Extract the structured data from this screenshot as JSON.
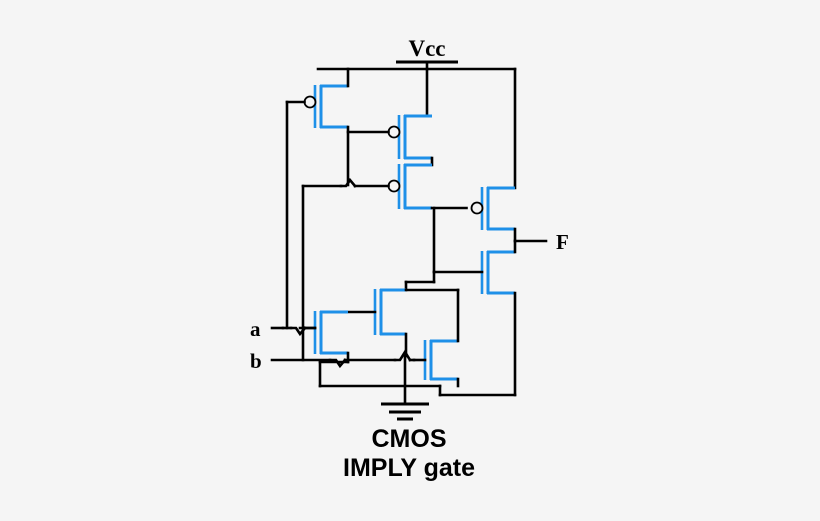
{
  "diagram": {
    "title_line1": "CMOS",
    "title_line2": "IMPLY gate",
    "power_label": "Vcc",
    "ground_label": "",
    "inputs": [
      {
        "id": "a",
        "label": "a"
      },
      {
        "id": "b",
        "label": "b"
      }
    ],
    "outputs": [
      {
        "id": "F",
        "label": "F"
      }
    ],
    "colors": {
      "background": "#f5f5f5",
      "wire": "#000000",
      "transistor_channel": "#1e90e8",
      "text": "#000000"
    },
    "transistors": [
      {
        "id": "P1",
        "type": "pmos",
        "inverted_gate": true
      },
      {
        "id": "P2",
        "type": "pmos",
        "inverted_gate": true
      },
      {
        "id": "P3",
        "type": "pmos",
        "inverted_gate": true
      },
      {
        "id": "P4",
        "type": "pmos",
        "inverted_gate": true
      },
      {
        "id": "N1",
        "type": "nmos",
        "inverted_gate": false
      },
      {
        "id": "N2",
        "type": "nmos",
        "inverted_gate": false
      },
      {
        "id": "N3",
        "type": "nmos",
        "inverted_gate": false
      },
      {
        "id": "N4",
        "type": "nmos",
        "inverted_gate": false
      }
    ]
  }
}
